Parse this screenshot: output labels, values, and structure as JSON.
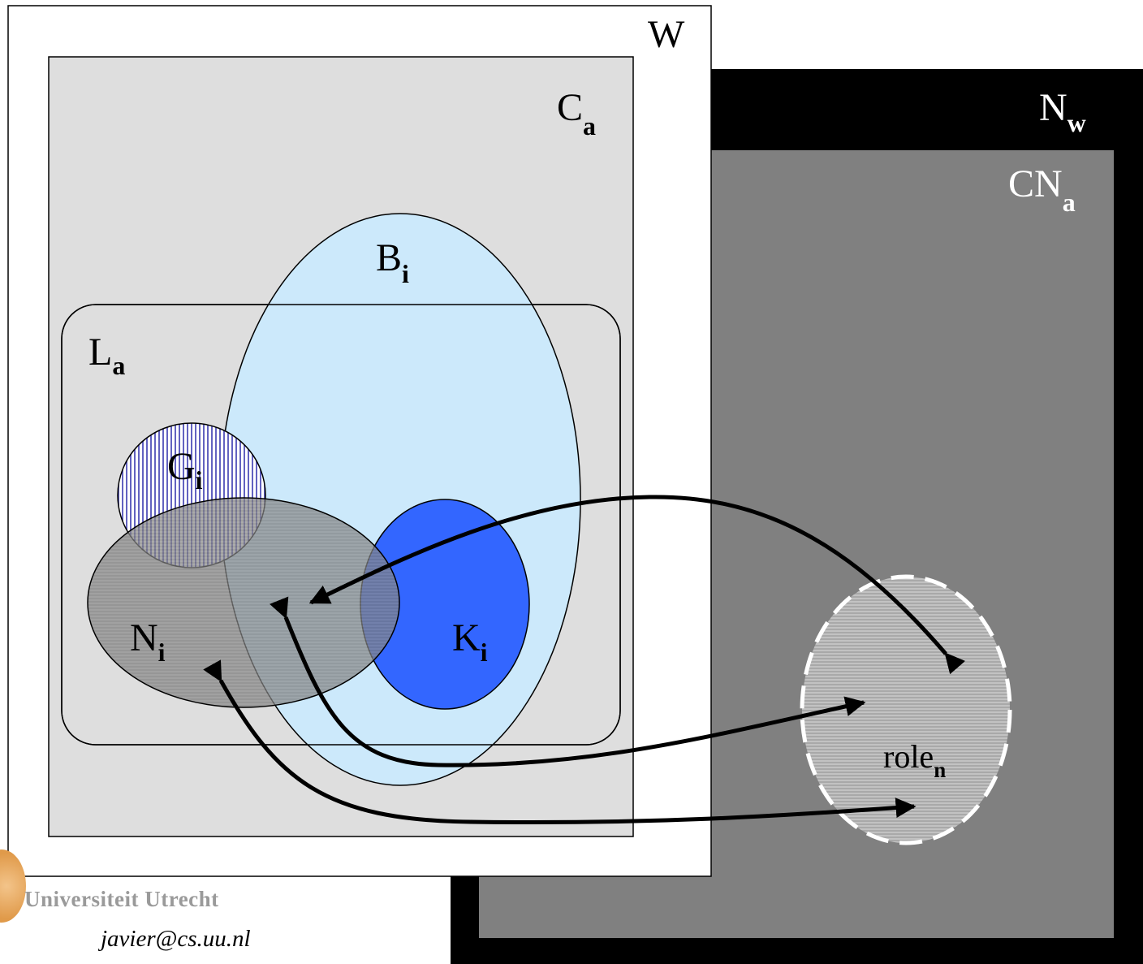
{
  "labels": {
    "world": "W",
    "norms_world": {
      "base": "N",
      "sub": "w"
    },
    "context": {
      "base": "C",
      "sub": "a"
    },
    "context_norms": {
      "base": "CN",
      "sub": "a"
    },
    "beliefs": {
      "base": "B",
      "sub": "i"
    },
    "language": {
      "base": "L",
      "sub": "a"
    },
    "goals": {
      "base": "G",
      "sub": "i"
    },
    "norms_agent": {
      "base": "N",
      "sub": "i"
    },
    "knowledge": {
      "base": "K",
      "sub": "i"
    },
    "role": {
      "base": "role",
      "sub": "n"
    }
  },
  "footer": {
    "university": "Universiteit Utrecht",
    "email": "javier@cs.uu.nl"
  },
  "colors": {
    "beliefs_fill": "#cce9fb",
    "knowledge_fill": "#3366ff",
    "context_fill": "#dedede",
    "cn_fill": "#808080",
    "nw_fill": "#000000",
    "goals_hatch": "#3b3bb0",
    "norms_fill": "#808080"
  }
}
